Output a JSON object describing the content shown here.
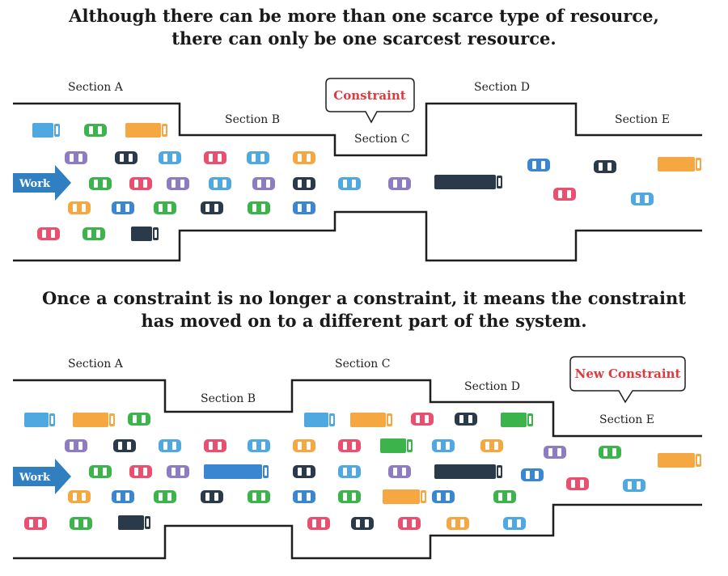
{
  "headlines": {
    "top_line1": "Although there can be more than one scarce type of resource,",
    "top_line2": "there can only be one scarcest resource.",
    "bottom_line1": "Once a constraint is no longer a constraint, it means the constraint",
    "bottom_line2": "has moved on to a different part of the system."
  },
  "diagram1": {
    "sections": [
      "Section A",
      "Section B",
      "Section C",
      "Section D",
      "Section E"
    ],
    "callout": "Constraint",
    "work_label": "Work"
  },
  "diagram2": {
    "sections": [
      "Section A",
      "Section B",
      "Section C",
      "Section D",
      "Section E"
    ],
    "callout": "New Constraint",
    "work_label": "Work"
  },
  "colors": {
    "callout_text": "#e0393e",
    "arrow": "#2f7fc1",
    "road_edge": "#1e1e1e",
    "car_palette": [
      "#4fa8e0",
      "#3cb44b",
      "#f5a742",
      "#8e7cc3",
      "#e94f6f",
      "#2b3a4a",
      "#3a86d0"
    ]
  }
}
